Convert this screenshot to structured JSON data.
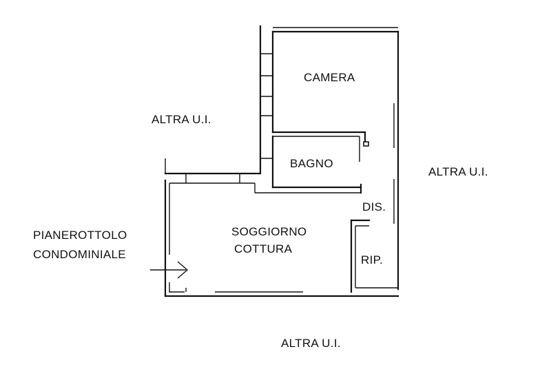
{
  "rooms": {
    "camera": "CAMERA",
    "bagno": "BAGNO",
    "dis": "DIS.",
    "rip": "RIP.",
    "soggiorno_line1": "SOGGIORNO",
    "soggiorno_line2": "COTTURA"
  },
  "surroundings": {
    "altra_left": "ALTRA U.I.",
    "altra_right": "ALTRA U.I.",
    "altra_bottom": "ALTRA U.I."
  },
  "entrance": {
    "line1": "PIANEROTTOLO",
    "line2": "CONDOMINIALE"
  }
}
